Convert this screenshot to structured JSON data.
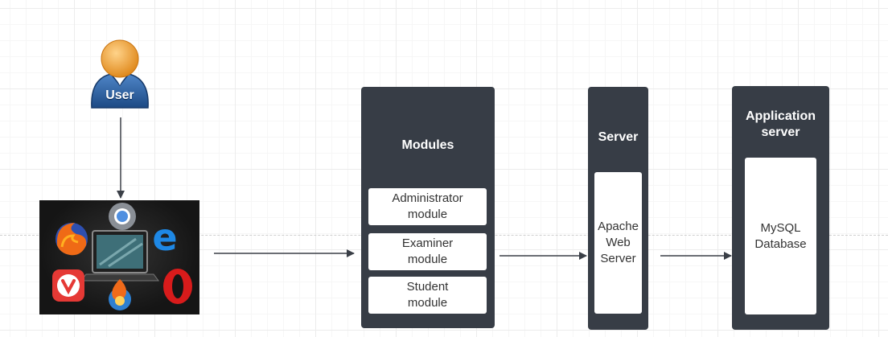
{
  "user": {
    "label": "User",
    "icon": "user-icon"
  },
  "browsers": {
    "icons": [
      "firefox-icon",
      "chrome-icon",
      "edge-icon",
      "laptop-icon",
      "vivaldi-icon",
      "opera-icon",
      "browser-flame-icon"
    ]
  },
  "modules": {
    "title": "Modules",
    "items": [
      {
        "label": "Administrator\nmodule"
      },
      {
        "label": "Examiner\nmodule"
      },
      {
        "label": "Student\nmodule"
      }
    ]
  },
  "server": {
    "title": "Server",
    "inner": "Apache\nWeb\nServer"
  },
  "app_server": {
    "title": "Application\nserver",
    "inner": "MySQL\nDatabase"
  },
  "colors": {
    "container": "#373d46",
    "arrow": "#3a3f47",
    "user_head": "#f2a33c",
    "user_body": "#2d5f9e"
  }
}
